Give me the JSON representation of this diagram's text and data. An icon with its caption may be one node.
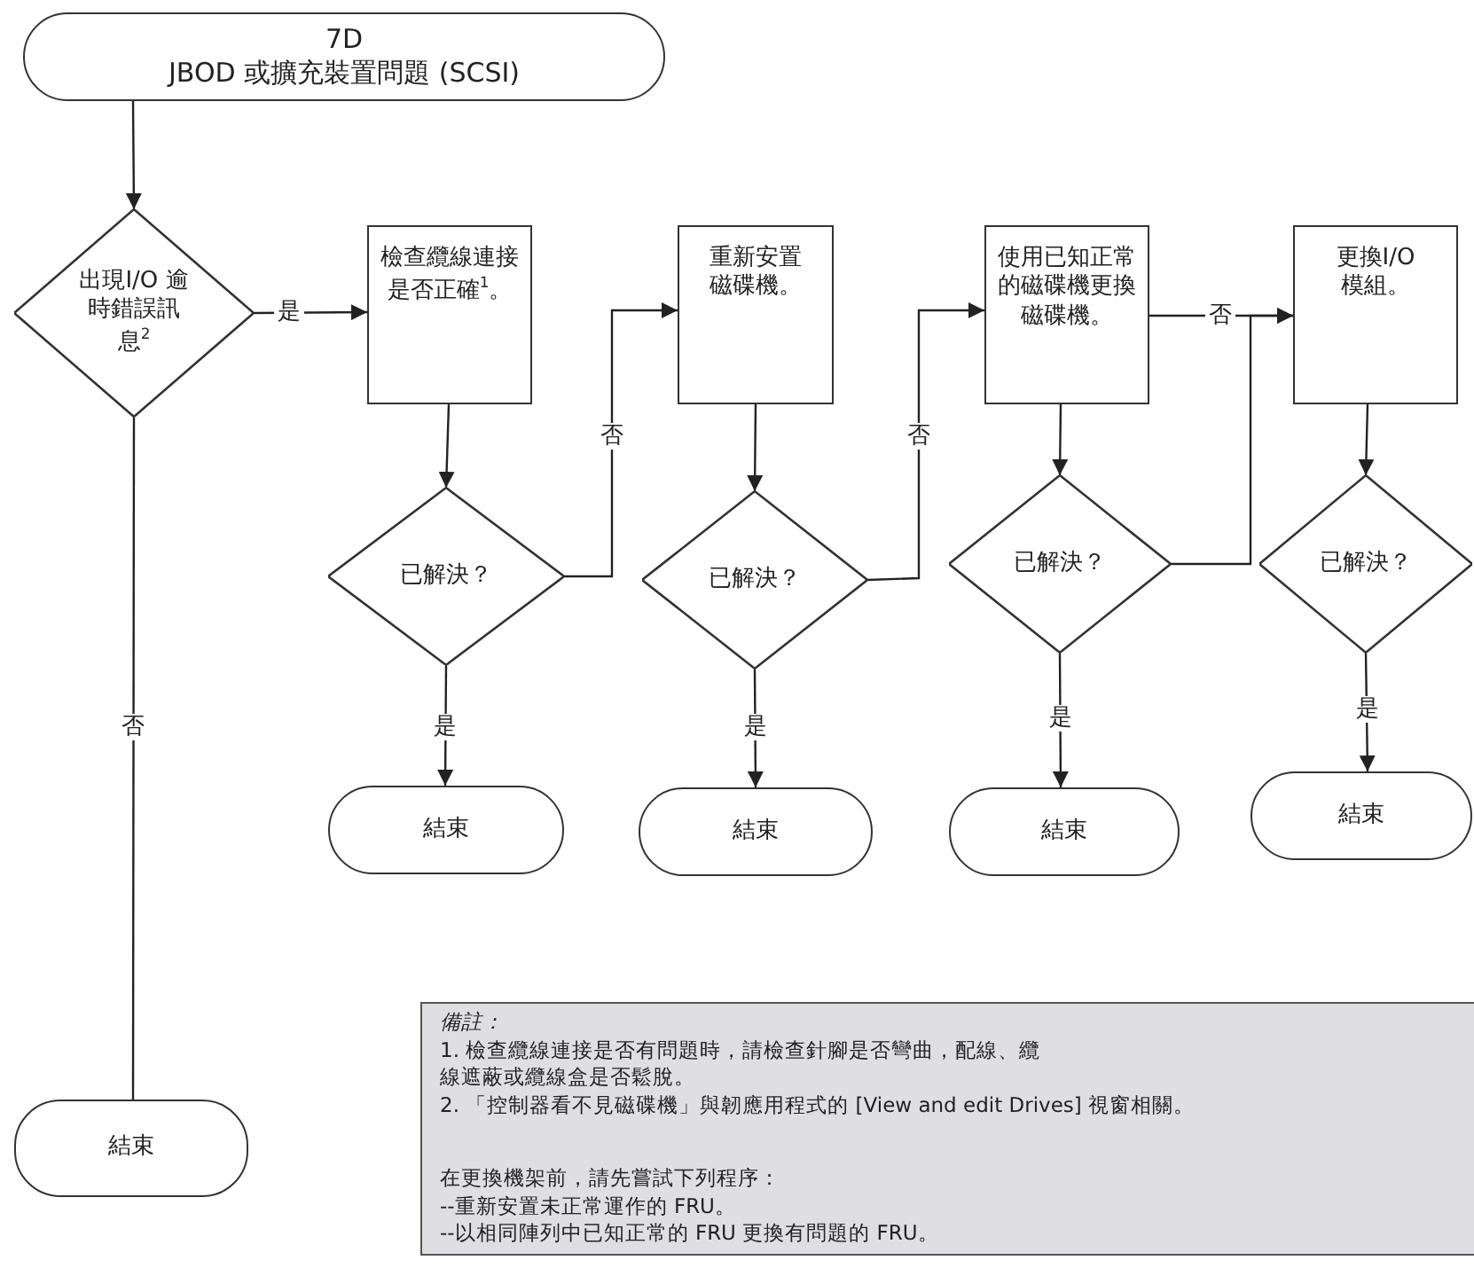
{
  "diagram": {
    "nodes": [
      {
        "text": [
          "7D",
          "JBOD 或擴充裝置問題 (SCSI)"
        ]
      },
      {
        "text": [
          "出現I/O 逾時錯誤訊息$^{2}$"
        ]
      },
      {
        "text": [
          "檢查纜線連接是否正確$^{1}$。"
        ]
      },
      {
        "text": [
          "已解決？"
        ]
      },
      {
        "text": [
          "結束"
        ]
      },
      {
        "text": [
          "重新安置磁碟機。"
        ]
      },
      {
        "text": [
          "已解決？"
        ]
      },
      {
        "text": [
          "結束"
        ]
      },
      {
        "text": [
          "使用已知正常的磁碟機更換磁碟機。"
        ]
      },
      {
        "text": [
          "已解決？"
        ]
      },
      {
        "text": [
          "結束"
        ]
      },
      {
        "text": [
          "更換I/O 模組。"
        ]
      },
      {
        "text": [
          "已解決？"
        ]
      },
      {
        "text": [
          "結束"
        ]
      },
      {
        "text": [
          "結束"
        ]
      },
      {
        "text": [
          "備註：",
          "1. 檢查纜線連接是否有問題時，請檢查針腳是否彎曲，配線、纜線遮蔽或纜線盒是否鬆脫。",
          "2. 「控制器看不見磁碟機」與韌應用程式的 [View and edit Drives] 視窗相關。",
          "在更換機架前，請先嘗試下列程序：",
          "--重新安置未正常運作的 FRU。",
          "--以相同陣列中已知正常的 FRU 更換有問題的 FRU。"
        ]
      }
    ],
    "edges": [
      {
        "from": 0,
        "to": 1,
        "arrow": "to"
      },
      {
        "from": 1,
        "to": 2,
        "arrow": "to",
        "label": "是"
      },
      {
        "from": 1,
        "to": 14,
        "arrow": "none",
        "label": "否"
      },
      {
        "from": 2,
        "to": 3,
        "arrow": "to"
      },
      {
        "from": 3,
        "to": 4,
        "arrow": "to",
        "label": "是"
      },
      {
        "from": 3,
        "to": 5,
        "arrow": "to",
        "label": "否"
      },
      {
        "from": 5,
        "to": 6,
        "arrow": "to"
      },
      {
        "from": 6,
        "to": 7,
        "arrow": "to",
        "label": "是"
      },
      {
        "from": 6,
        "to": 8,
        "arrow": "to",
        "label": "否"
      },
      {
        "from": 8,
        "to": 9,
        "arrow": "to"
      },
      {
        "from": 9,
        "to": 10,
        "arrow": "to",
        "label": "是"
      },
      {
        "from": 8,
        "to": 11,
        "arrow": "to",
        "label": "否"
      },
      {
        "from": 9,
        "to": 11,
        "arrow": "to"
      },
      {
        "from": 11,
        "to": 12,
        "arrow": "to"
      },
      {
        "from": 12,
        "to": 13,
        "arrow": "to",
        "label": "是"
      }
    ]
  }
}
